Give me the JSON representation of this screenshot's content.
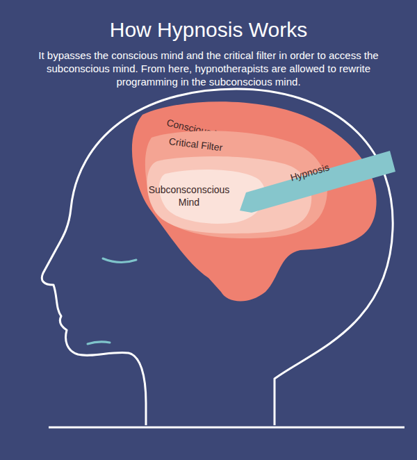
{
  "diagram": {
    "title": "How Hypnosis Works",
    "nodes": [
      {
        "text": [
          "Conscious Mind"
        ]
      },
      {
        "text": [
          "Critical Filter"
        ],
        "in": 0
      },
      {
        "text": [
          "Subconsconscious Mind"
        ],
        "in": 1
      },
      {
        "text": [
          "Hypnosis"
        ]
      }
    ],
    "labels": [
      "It bypasses the conscious mind and the critical filter in order to access the subconscious mind. From here, hypnotherapists are allowed to rewrite programming in the subconscious mind."
    ]
  }
}
